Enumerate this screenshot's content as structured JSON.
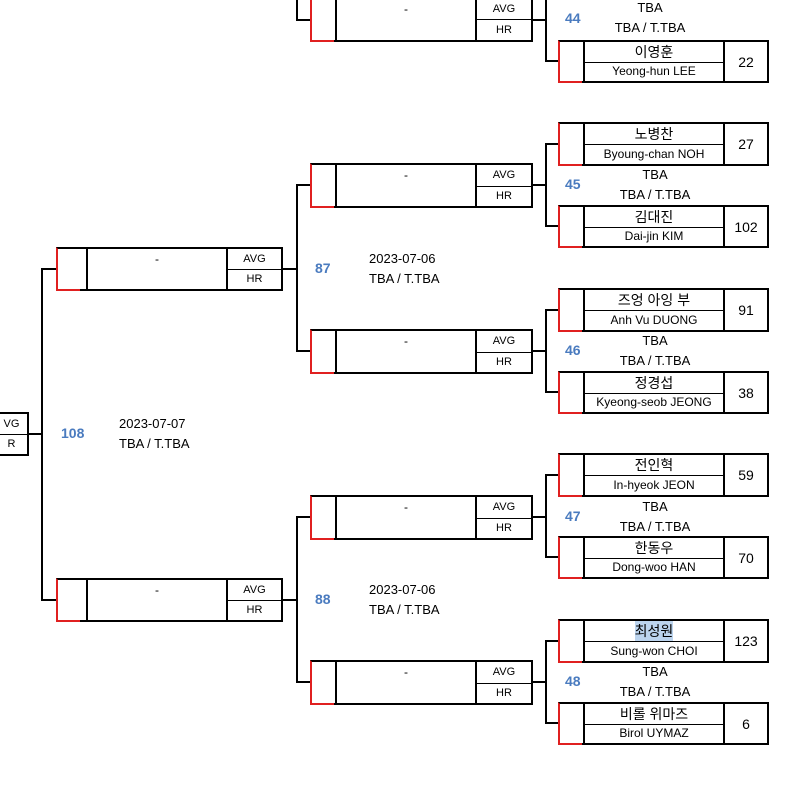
{
  "labels": {
    "avg": "AVG",
    "hr": "HR",
    "dash": "-",
    "tba": "TBA",
    "venue": "TBA / T.TBA"
  },
  "colors": {
    "accent_red": "#e02020",
    "match_number_blue": "#4a7bbf",
    "line": "#000000"
  },
  "final": {
    "match_no": "108",
    "date": "2023-07-07",
    "venue": "TBA / T.TBA",
    "avg_partial": "VG",
    "hr_partial": "R"
  },
  "semis": [
    {
      "match_no": "87",
      "date": "2023-07-06",
      "venue": "TBA / T.TBA"
    },
    {
      "match_no": "88",
      "date": "2023-07-06",
      "venue": "TBA / T.TBA"
    }
  ],
  "top_partial": {
    "match_no": "44",
    "date": "TBA",
    "venue": "TBA / T.TBA",
    "player": {
      "name_ko": "이영훈",
      "name_en": "Yeong-hun LEE",
      "score": "22"
    }
  },
  "quarters": [
    {
      "match_no": "45",
      "date": "TBA",
      "venue": "TBA / T.TBA",
      "players": [
        {
          "name_ko": "노병찬",
          "name_en": "Byoung-chan NOH",
          "score": "27"
        },
        {
          "name_ko": "김대진",
          "name_en": "Dai-jin KIM",
          "score": "102"
        }
      ]
    },
    {
      "match_no": "46",
      "date": "TBA",
      "venue": "TBA / T.TBA",
      "players": [
        {
          "name_ko": "즈엉 아잉 부",
          "name_en": "Anh Vu DUONG",
          "score": "91"
        },
        {
          "name_ko": "정경섭",
          "name_en": "Kyeong-seob JEONG",
          "score": "38"
        }
      ]
    },
    {
      "match_no": "47",
      "date": "TBA",
      "venue": "TBA / T.TBA",
      "players": [
        {
          "name_ko": "전인혁",
          "name_en": "In-hyeok JEON",
          "score": "59"
        },
        {
          "name_ko": "한동우",
          "name_en": "Dong-woo HAN",
          "score": "70"
        }
      ]
    },
    {
      "match_no": "48",
      "date": "TBA",
      "venue": "TBA / T.TBA",
      "players": [
        {
          "name_ko": "최성원",
          "name_en": "Sung-won CHOI",
          "score": "123"
        },
        {
          "name_ko": "비롤 위마즈",
          "name_en": "Birol UYMAZ",
          "score": "6"
        }
      ]
    }
  ]
}
